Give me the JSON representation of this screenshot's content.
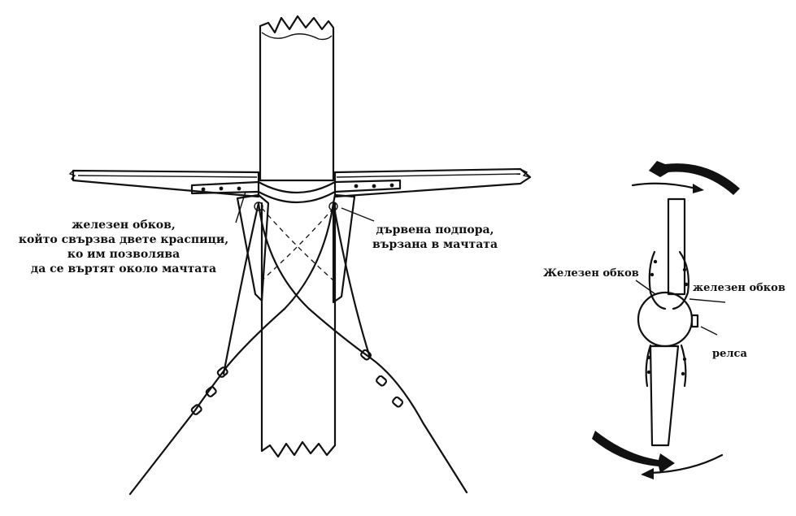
{
  "left_view": {
    "labels": {
      "iron_band_line1": "железен обков,",
      "iron_band_line2": "който свързва двете краспици,",
      "iron_band_line3": "ко им позволява",
      "iron_band_line4": "да се въртят около мачтата",
      "support_line1": "дървена подпора,",
      "support_line2": "вързана в мачтата"
    }
  },
  "right_view": {
    "labels": {
      "iron_band_left": "Железен обков",
      "iron_band_right": "железен обков",
      "rail": "релса"
    }
  }
}
